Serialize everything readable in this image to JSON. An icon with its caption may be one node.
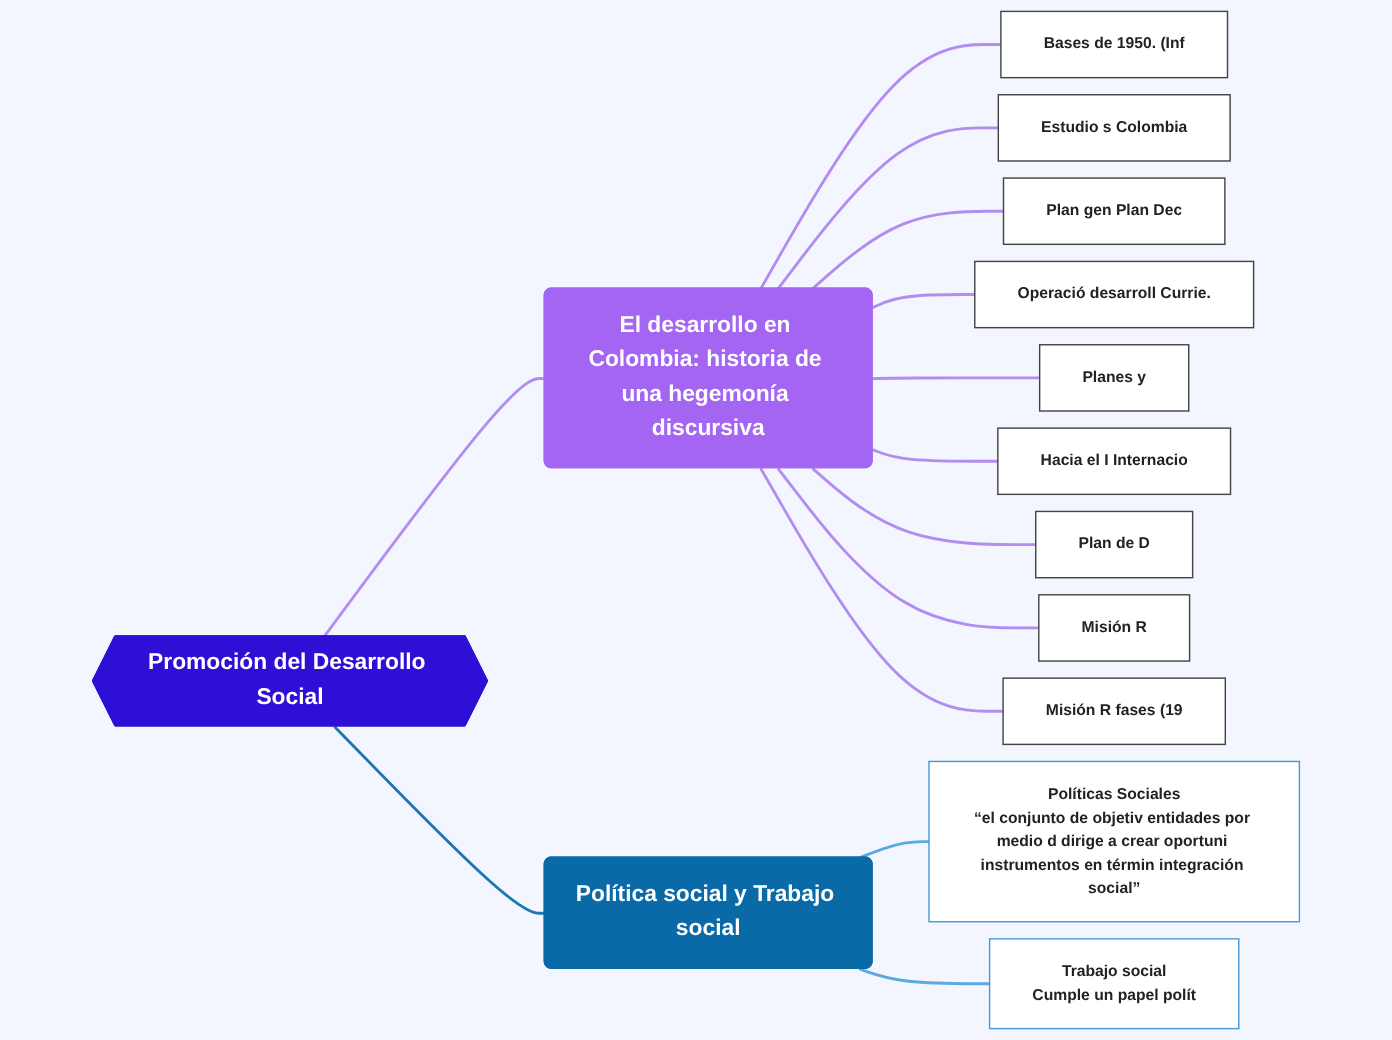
{
  "diagram": {
    "nodes": [
      {
        "text": [
          "Promoción del Desarrollo Social"
        ]
      },
      {
        "text": [
          "El desarrollo en Colombia: historia de una hegemonía discursiva"
        ]
      },
      {
        "text": [
          "Bases de 1950. (Inf"
        ]
      },
      {
        "text": [
          "Estudio s Colombia"
        ]
      },
      {
        "text": [
          "Plan gen Plan Dec"
        ]
      },
      {
        "text": [
          "Operació desarroll Currie."
        ]
      },
      {
        "text": [
          "Planes y"
        ]
      },
      {
        "text": [
          "Hacia el I Internacio"
        ]
      },
      {
        "text": [
          "Plan de D"
        ]
      },
      {
        "text": [
          "Misión R"
        ]
      },
      {
        "text": [
          "Misión R fases (19"
        ]
      },
      {
        "text": [
          "Política social y Trabajo social"
        ]
      },
      {
        "text": [
          "Políticas Sociales",
          "“el conjunto de objetiv entidades por medio d dirige a crear oportuni instrumentos en términ integración social”"
        ]
      },
      {
        "text": [
          "Trabajo social",
          "Cumple un papel polít"
        ]
      }
    ],
    "edges": [
      {
        "from": 0,
        "to": 1,
        "arrow": "none"
      },
      {
        "from": 1,
        "to": 2,
        "arrow": "none"
      },
      {
        "from": 1,
        "to": 3,
        "arrow": "none"
      },
      {
        "from": 1,
        "to": 4,
        "arrow": "none"
      },
      {
        "from": 1,
        "to": 5,
        "arrow": "none"
      },
      {
        "from": 1,
        "to": 6,
        "arrow": "none"
      },
      {
        "from": 1,
        "to": 7,
        "arrow": "none"
      },
      {
        "from": 1,
        "to": 8,
        "arrow": "none"
      },
      {
        "from": 1,
        "to": 9,
        "arrow": "none"
      },
      {
        "from": 1,
        "to": 10,
        "arrow": "none"
      },
      {
        "from": 0,
        "to": 11,
        "arrow": "none",
        "color": "#1a78b4"
      },
      {
        "from": 11,
        "to": 12,
        "arrow": "none",
        "color": "#5aaae0"
      },
      {
        "from": 11,
        "to": 13,
        "arrow": "none",
        "color": "#5aaae0"
      }
    ]
  }
}
